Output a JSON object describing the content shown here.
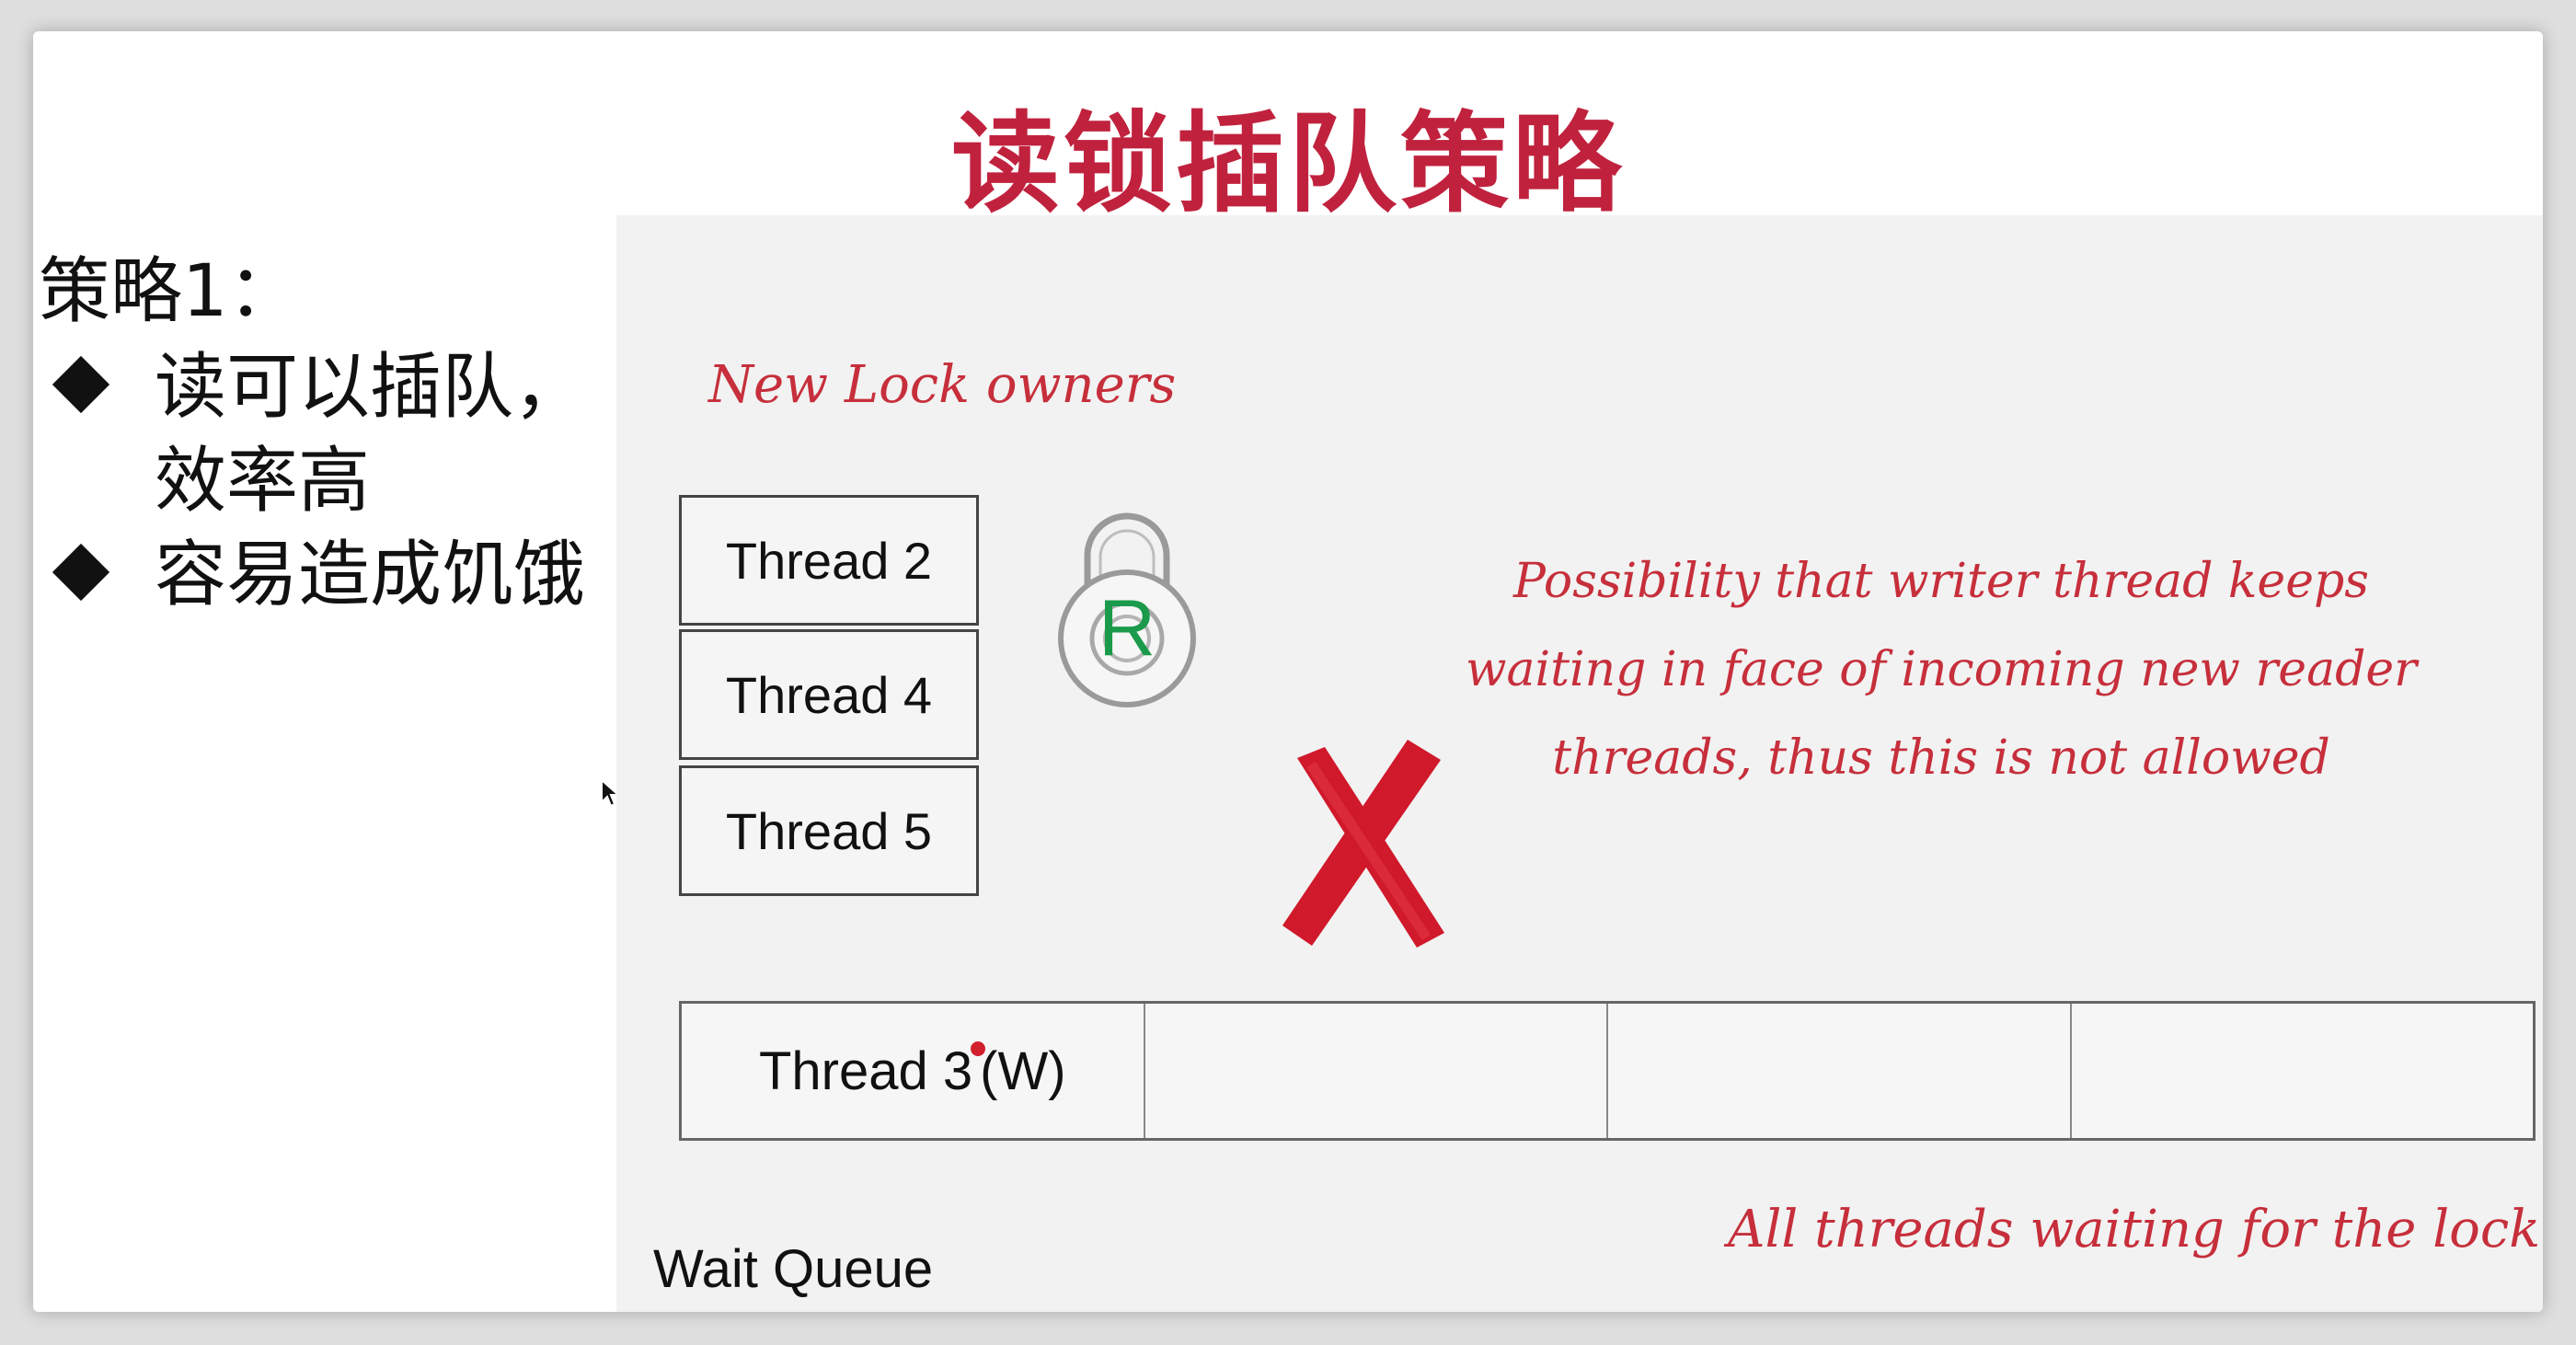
{
  "title": "读锁插队策略",
  "strategy": {
    "heading": "策略1：",
    "bullets": [
      {
        "line1": "读可以插队，",
        "line2": "效率高"
      },
      {
        "line1": "容易造成饥饿",
        "line2": ""
      }
    ]
  },
  "diagram": {
    "new_owners_label": "New Lock owners",
    "owners": [
      "Thread 2",
      "Thread 4",
      "Thread 5"
    ],
    "lock_letter": "R",
    "note": "Possibility that writer thread keeps waiting in face of incoming new reader threads, thus this is not allowed",
    "queue": [
      "Thread 3",
      "",
      "",
      ""
    ],
    "queue_first_suffix": "(W)",
    "wait_queue_label": "Wait Queue",
    "all_waiting_label": "All threads waiting for the lock"
  },
  "colors": {
    "title": "#c0223e",
    "annotation": "#c62f3b",
    "lock_letter": "#1a9a4a",
    "cross": "#d0192b"
  }
}
